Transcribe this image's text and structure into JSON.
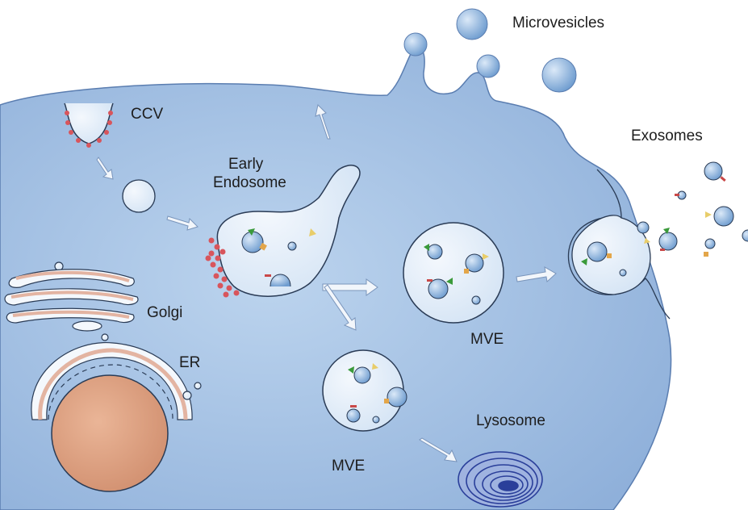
{
  "labels": {
    "microvesicles": "Microvesicles",
    "ccv": "CCV",
    "early_endosome_line1": "Early",
    "early_endosome_line2": "Endosome",
    "exosomes": "Exosomes",
    "golgi": "Golgi",
    "er": "ER",
    "mve_right": "MVE",
    "mve_bottom": "MVE",
    "lysosome": "Lysosome"
  },
  "colors": {
    "cytoplasm": "#a9c6e8",
    "vesicle": "#e6f0fa",
    "membrane": "#2a3b55",
    "clathrin": "#d8555c",
    "nucleus": "#e0a584",
    "golgi": "#e3b4a2",
    "lysosome": "#2a3f9a"
  }
}
